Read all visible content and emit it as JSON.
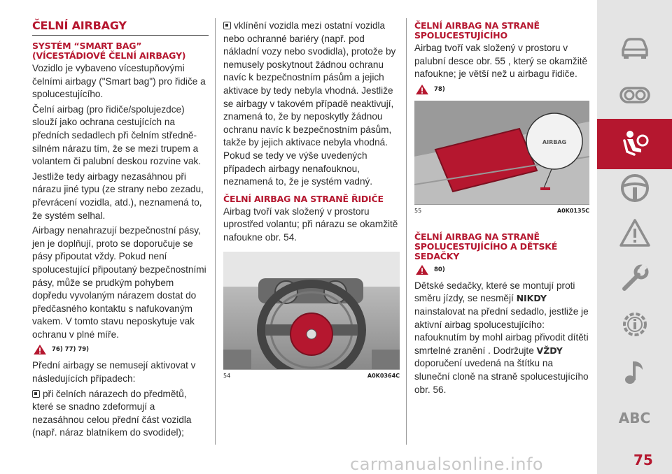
{
  "col1": {
    "title": "ČELNÍ AIRBAGY",
    "subtitle": "SYSTÉM “SMART BAG” (VÍCESTÁDIOVÉ ČELNÍ AIRBAGY)",
    "p1": "Vozidlo je vybaveno vícestupňovými čelními airbagy (\"Smart bag\") pro řidiče a spolucestujícího.",
    "p2": "Čelní airbag (pro řidiče/spolujezdce) slouží jako ochrana cestujících na předních sedadlech při čelním středně-silném nárazu tím, že se mezi trupem a volantem či palubní deskou rozvine vak.",
    "p3": "Jestliže tedy airbagy nezasáhnou při nárazu jiné typu (ze strany nebo zezadu, převrácení vozidla, atd.), neznamená to, že systém selhal.",
    "p4": "Airbagy nenahrazují bezpečnostní pásy, jen je doplňují, proto se doporučuje se pásy připoutat vždy. Pokud není spolucestující připoutaný bezpečnostními pásy, může se prudkým pohybem dopředu vyvolaným nárazem dostat do předčasného kontaktu s nafukovaným vakem. V tomto stavu neposkytuje vak ochranu v plné míře.",
    "warn_refs": "76) 77) 79)",
    "p5": "Přední airbagy se nemusejí aktivovat v následujících případech:",
    "bullet1": "při čelních nárazech do předmětů, které se snadno zdeformují a nezasáhnou celou přední část vozidla (např. náraz blatníkem do svodidel);"
  },
  "col2": {
    "bullet2": "vklínění vozidla mezi ostatní vozidla nebo ochranné bariéry (např. pod nákladní vozy nebo svodidla), protože by nemusely poskytnout žádnou ochranu navíc k bezpečnostním pásům a jejich aktivace by tedy nebyla vhodná. Jestliže se airbagy v takovém případě neaktivují, znamená to, že by neposkytly žádnou ochranu navíc k bezpečnostním pásům, takže by jejich aktivace nebyla vhodná. Pokud se tedy ve výše uvedených případech airbagy nenafouknou, neznamená to, že je systém vadný.",
    "subtitle": "ČELNÍ AIRBAG NA STRANĚ ŘIDIČE",
    "p1": "Airbag tvoří vak složený v prostoru uprostřed volantu; při nárazu se okamžitě nafoukne obr. 54.",
    "fig_num": "54",
    "fig_code": "A0K0364C"
  },
  "col3": {
    "subtitle1": "ČELNÍ AIRBAG NA STRANĚ SPOLUCESTUJÍCÍHO",
    "p1": "Airbag tvoří vak složený v prostoru v palubní desce obr. 55 , který se okamžitě nafoukne; je větší než u airbagu řidiče.",
    "warn1": "78)",
    "fig_num": "55",
    "fig_code": "A0K0135C",
    "fig_label": "AIRBAG",
    "subtitle2": "ČELNÍ AIRBAG NA STRANĚ SPOLUCESTUJÍCÍHO A DĚTSKÉ SEDAČKY",
    "warn2": "80)",
    "p2a": "Dětské sedačky, které se montují proti směru jízdy, se nesmějí",
    "p2b": "NIKDY",
    "p2c": "nainstalovat na přední sedadlo, jestliže je aktivní airbag spolucestujícího: nafouknutím by mohl airbag přivodit dítěti smrtelné zranění . Dodržujte",
    "p2d": "VŽDY",
    "p2e": "doporučení uvedená na štítku na sluneční cloně na straně spolucestujícího obr. 56."
  },
  "sidebar": {
    "icons": [
      "car-icon",
      "dashboard-icon",
      "airbag-seat-icon",
      "steering-wheel-icon",
      "warning-icon",
      "wrench-icon",
      "gear-info-icon",
      "music-note-icon"
    ],
    "abc": "ABC",
    "accent": "#b5172f"
  },
  "page_number": "75",
  "watermark": "carmanualsonline.info"
}
